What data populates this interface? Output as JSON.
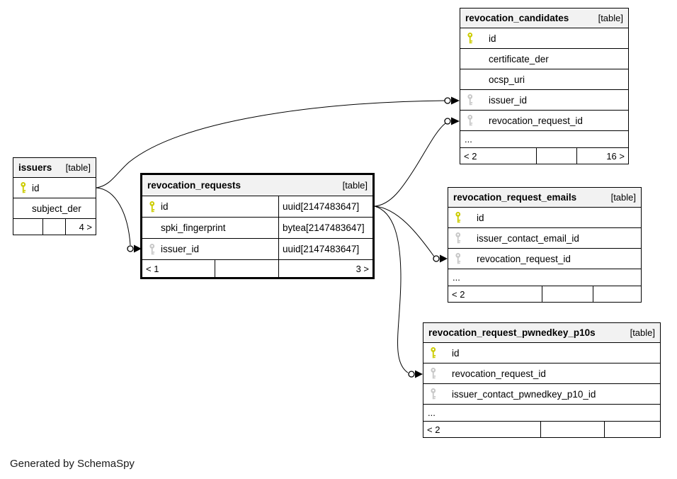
{
  "diagram": {
    "generated_by": "Generated by SchemaSpy",
    "colors": {
      "background": "#ffffff",
      "border": "#000000",
      "header_bg": "#f2f2f2",
      "primary_key_icon": "#cccc00",
      "foreign_key_icon": "#c8c8c8"
    }
  },
  "tables": [
    {
      "name": "revocation_candidates",
      "tag": "[table]",
      "focus": false,
      "columns": [
        {
          "name": "id",
          "key": "primary"
        },
        {
          "name": "certificate_der",
          "key": "none"
        },
        {
          "name": "ocsp_uri",
          "key": "none"
        },
        {
          "name": "issuer_id",
          "key": "foreign"
        },
        {
          "name": "revocation_request_id",
          "key": "foreign"
        }
      ],
      "ellipsis": "...",
      "footer": [
        "< 2",
        "",
        "16 >"
      ]
    },
    {
      "name": "issuers",
      "tag": "[table]",
      "focus": false,
      "columns": [
        {
          "name": "id",
          "key": "primary"
        },
        {
          "name": "subject_der",
          "key": "none"
        }
      ],
      "footer": [
        "",
        "",
        "4 >"
      ]
    },
    {
      "name": "revocation_requests",
      "tag": "[table]",
      "focus": true,
      "columns": [
        {
          "name": "id",
          "key": "primary",
          "type": "uuid[2147483647]"
        },
        {
          "name": "spki_fingerprint",
          "key": "none",
          "type": "bytea[2147483647]"
        },
        {
          "name": "issuer_id",
          "key": "foreign",
          "type": "uuid[2147483647]"
        }
      ],
      "footer": [
        "< 1",
        "",
        "3 >"
      ]
    },
    {
      "name": "revocation_request_emails",
      "tag": "[table]",
      "focus": false,
      "columns": [
        {
          "name": "id",
          "key": "primary"
        },
        {
          "name": "issuer_contact_email_id",
          "key": "foreign"
        },
        {
          "name": "revocation_request_id",
          "key": "foreign"
        }
      ],
      "ellipsis": "...",
      "footer": [
        "< 2",
        "",
        ""
      ]
    },
    {
      "name": "revocation_request_pwnedkey_p10s",
      "tag": "[table]",
      "focus": false,
      "columns": [
        {
          "name": "id",
          "key": "primary"
        },
        {
          "name": "revocation_request_id",
          "key": "foreign"
        },
        {
          "name": "issuer_contact_pwnedkey_p10_id",
          "key": "foreign"
        }
      ],
      "ellipsis": "...",
      "footer": [
        "< 2",
        "",
        ""
      ]
    }
  ],
  "relationships": [
    {
      "from": "revocation_candidates.issuer_id",
      "to": "issuers.id"
    },
    {
      "from": "revocation_requests.issuer_id",
      "to": "issuers.id"
    },
    {
      "from": "revocation_candidates.revocation_request_id",
      "to": "revocation_requests.id"
    },
    {
      "from": "revocation_request_emails.revocation_request_id",
      "to": "revocation_requests.id"
    },
    {
      "from": "revocation_request_pwnedkey_p10s.revocation_request_id",
      "to": "revocation_requests.id"
    }
  ]
}
